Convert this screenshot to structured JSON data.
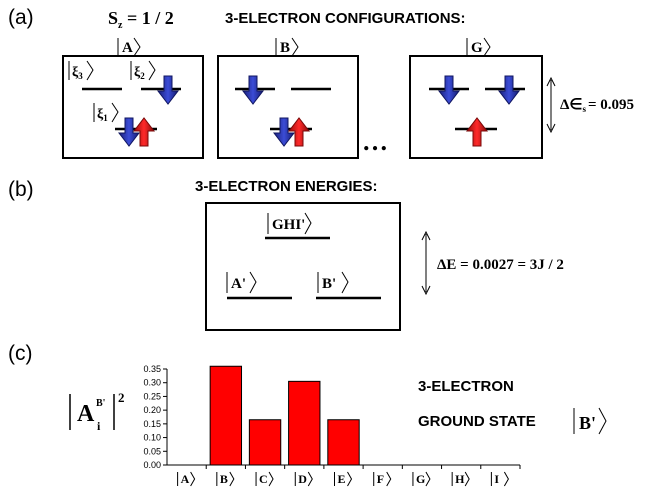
{
  "panel_a": {
    "label": "(a)",
    "sz_label": "S",
    "sz_sub": "z",
    "sz_value": " = 1 / 2",
    "title": "3-ELECTRON CONFIGURATIONS:",
    "kets": [
      "A",
      "B",
      "G"
    ],
    "orbitals": [
      "ξ",
      "ξ",
      "ξ"
    ],
    "orbital_subs": [
      "3",
      "2",
      "1"
    ],
    "ellipsis": "…",
    "gap_main": "Δ∈",
    "gap_sub": "s",
    "gap_value": "= 0.095"
  },
  "panel_b": {
    "label": "(b)",
    "title": "3-ELECTRON ENERGIES:",
    "levels": [
      "GHI'",
      "A'",
      "B'"
    ],
    "gap_text": "ΔE = 0.0027 = 3J / 2"
  },
  "panel_c": {
    "label": "(c)",
    "ylabel_main": "A",
    "ylabel_sub": "i",
    "ylabel_sup": "B'",
    "ylabel_power": "2",
    "legend_line1": "3-ELECTRON",
    "legend_line2": "GROUND STATE",
    "legend_ket": "B'"
  },
  "colors": {
    "spin_down": "#2a35b0",
    "spin_up": "#e01818",
    "bar": "#ff0000"
  },
  "chart_data": {
    "type": "bar",
    "categories": [
      "A",
      "B",
      "C",
      "D",
      "E",
      "F",
      "G",
      "H",
      "I"
    ],
    "values": [
      0,
      0.36,
      0.165,
      0.305,
      0.165,
      0,
      0,
      0,
      0
    ],
    "ylim": [
      0,
      0.35
    ],
    "yticks": [
      "0.00",
      "0.05",
      "0.10",
      "0.15",
      "0.20",
      "0.25",
      "0.30",
      "0.35"
    ]
  }
}
